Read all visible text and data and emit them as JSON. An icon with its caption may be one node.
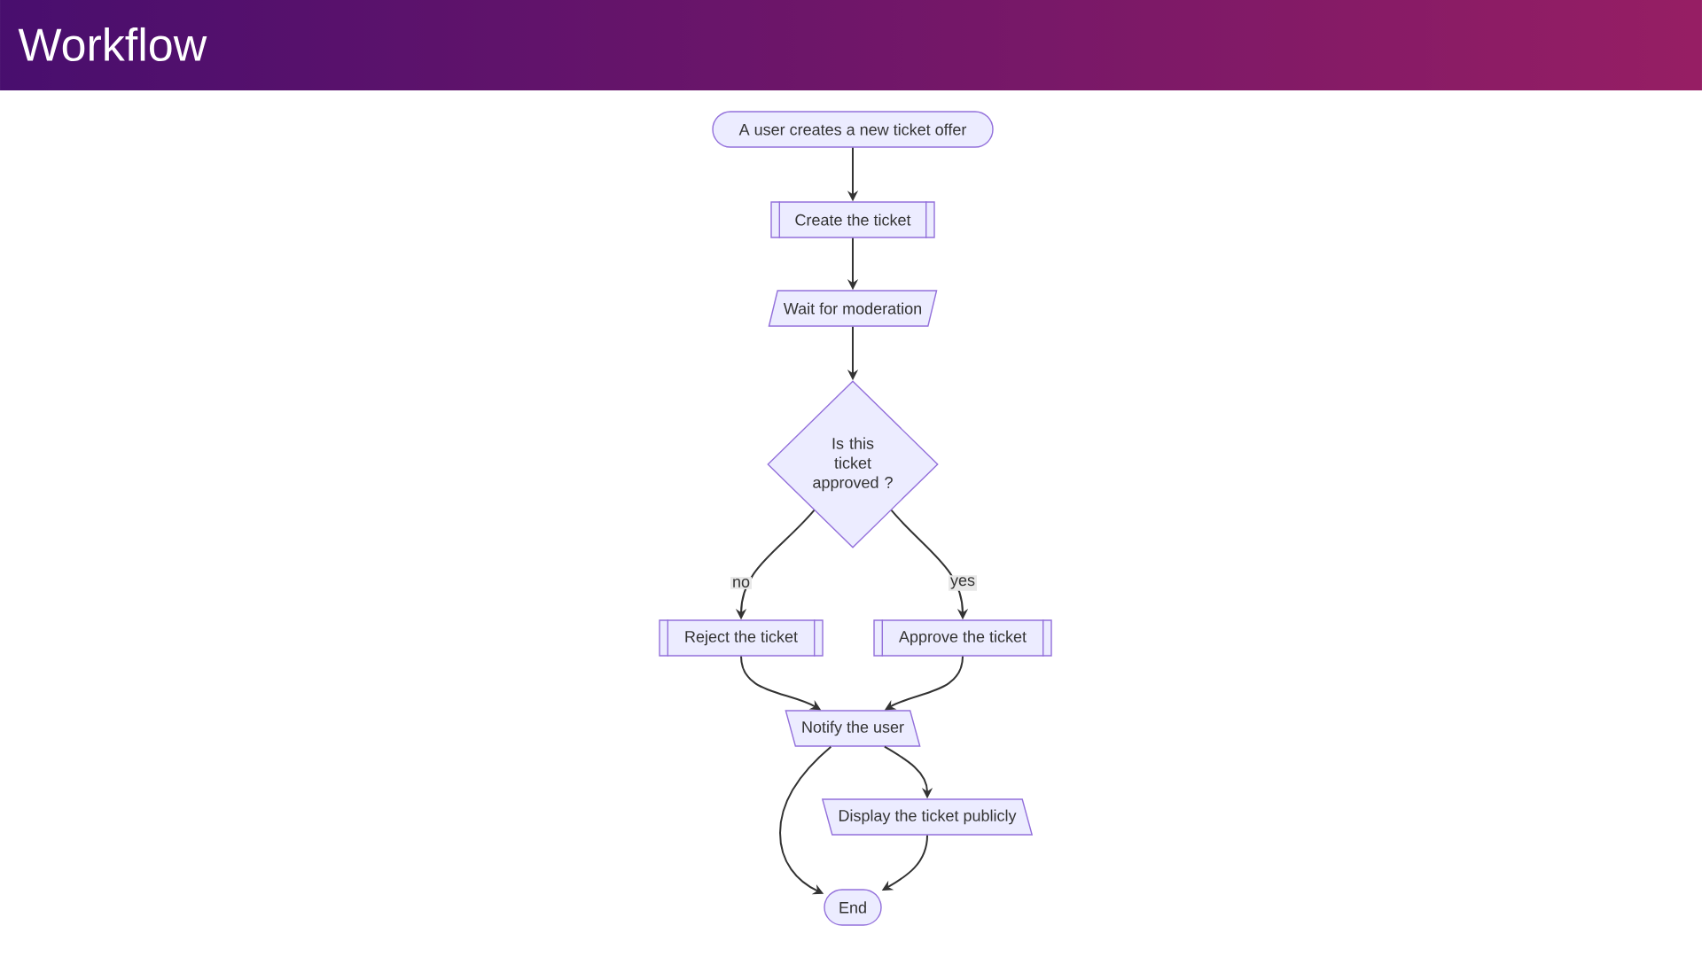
{
  "diagram": {
    "title": "Workflow",
    "nodes": [
      {
        "text": [
          "A user creates a new ticket offer"
        ]
      },
      {
        "text": [
          "Create the ticket"
        ]
      },
      {
        "text": [
          "Wait for moderation"
        ]
      },
      {
        "text": [
          "Is this ticket approved ?"
        ]
      },
      {
        "text": [
          "Reject the ticket"
        ]
      },
      {
        "text": [
          "Approve the ticket"
        ]
      },
      {
        "text": [
          "Notify the user"
        ]
      },
      {
        "text": [
          "Display the ticket publicly"
        ]
      },
      {
        "text": [
          "End"
        ]
      }
    ],
    "edges": [
      {
        "from": 0,
        "to": 1,
        "arrow": "to"
      },
      {
        "from": 1,
        "to": 2,
        "arrow": "to"
      },
      {
        "from": 2,
        "to": 3,
        "arrow": "to"
      },
      {
        "from": 3,
        "to": 4,
        "arrow": "to",
        "label": "no"
      },
      {
        "from": 3,
        "to": 5,
        "arrow": "to",
        "label": "yes"
      },
      {
        "from": 4,
        "to": 6,
        "arrow": "to"
      },
      {
        "from": 5,
        "to": 6,
        "arrow": "to"
      },
      {
        "from": 6,
        "to": 8,
        "arrow": "to"
      },
      {
        "from": 6,
        "to": 7,
        "arrow": "to"
      },
      {
        "from": 7,
        "to": 8,
        "arrow": "to"
      }
    ]
  }
}
